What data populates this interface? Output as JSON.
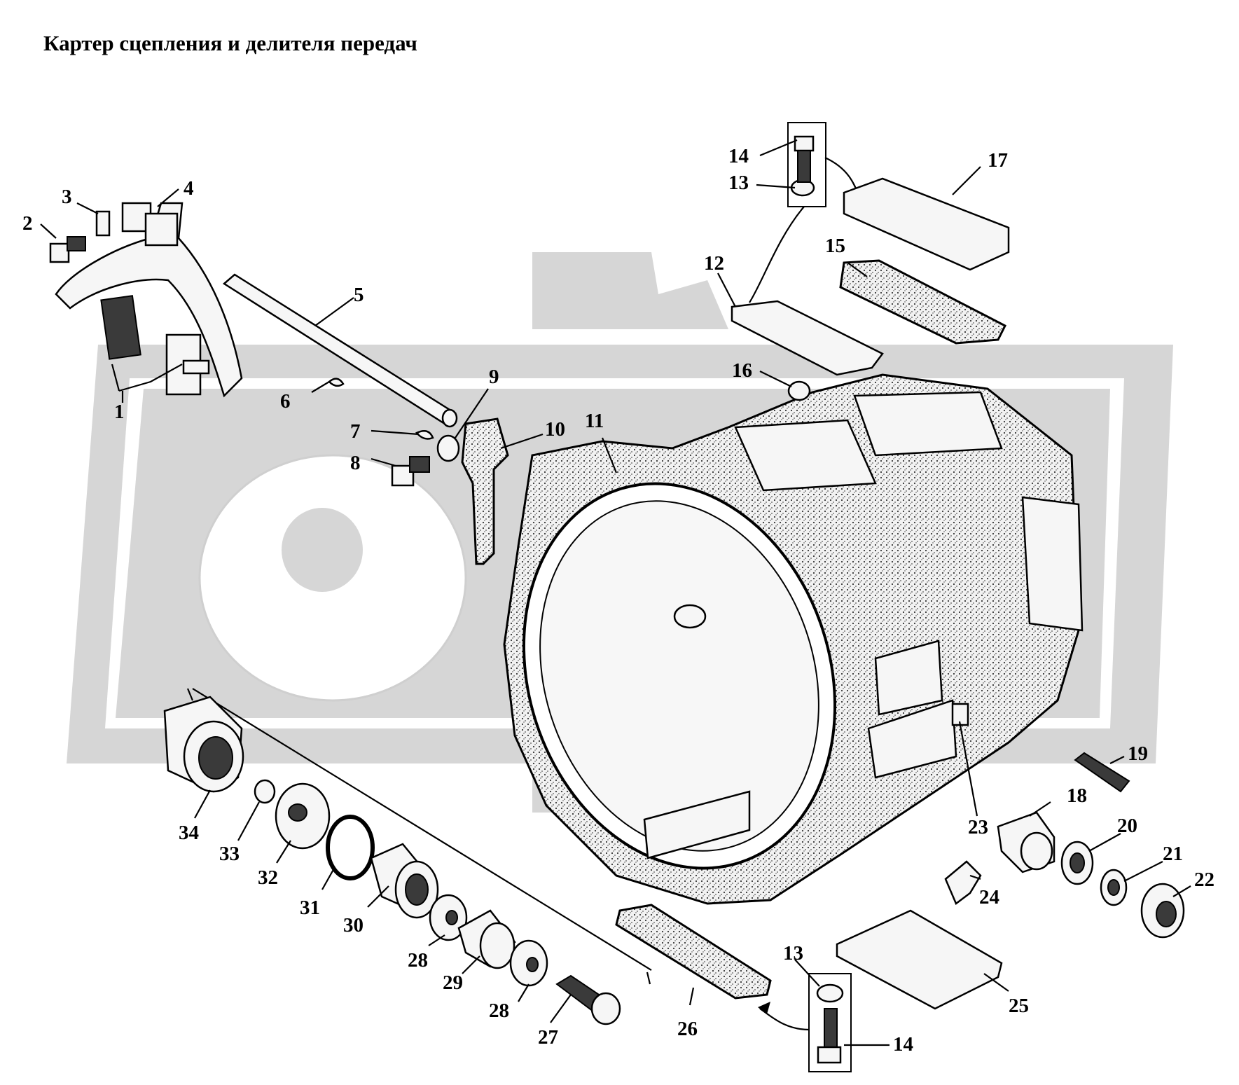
{
  "title": "Картер сцепления и делителя передач",
  "labels": [
    "1",
    "2",
    "3",
    "4",
    "5",
    "6",
    "7",
    "8",
    "9",
    "10",
    "11",
    "12",
    "13",
    "14",
    "15",
    "16",
    "17",
    "18",
    "19",
    "20",
    "21",
    "22",
    "23",
    "24",
    "25",
    "26",
    "27",
    "28",
    "29",
    "30",
    "31",
    "32",
    "33",
    "34"
  ],
  "extra_labels": {
    "label_13b": "13",
    "label_14b": "14",
    "label_28b": "28"
  },
  "colors": {
    "watermark": "#d4d4d4",
    "ink": "#000000",
    "background": "#ffffff"
  }
}
